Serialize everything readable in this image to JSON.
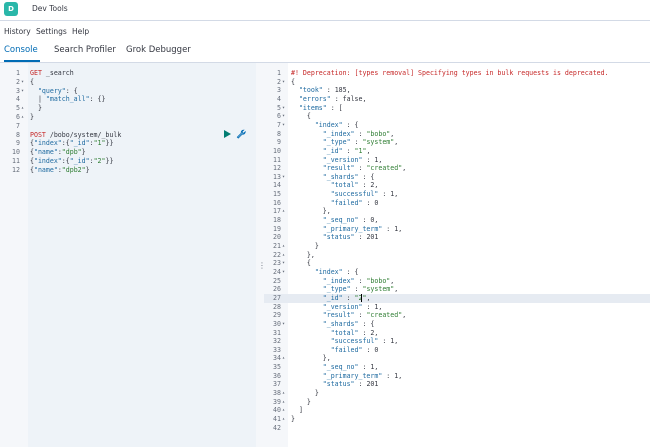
{
  "app": {
    "title": "Dev Tools",
    "logo_letter": "D"
  },
  "menu": [
    "History",
    "Settings",
    "Help"
  ],
  "tabs": [
    {
      "label": "Console",
      "active": true
    },
    {
      "label": "Search Profiler",
      "active": false
    },
    {
      "label": "Grok Debugger",
      "active": false
    }
  ],
  "request": {
    "lines": [
      {
        "n": "1",
        "fold": "",
        "tokens": [
          [
            "m",
            "GET"
          ],
          [
            "p",
            " _search"
          ]
        ]
      },
      {
        "n": "2",
        "fold": "▾",
        "tokens": [
          [
            "p",
            "{"
          ]
        ]
      },
      {
        "n": "3",
        "fold": "▾",
        "tokens": [
          [
            "p",
            "  "
          ],
          [
            "k",
            "\"query\""
          ],
          [
            "p",
            ": {"
          ]
        ]
      },
      {
        "n": "4",
        "fold": "",
        "tokens": [
          [
            "p",
            "  | "
          ],
          [
            "k",
            "\"match_all\""
          ],
          [
            "p",
            ": {}"
          ]
        ]
      },
      {
        "n": "5",
        "fold": "▴",
        "tokens": [
          [
            "p",
            "  }"
          ]
        ]
      },
      {
        "n": "6",
        "fold": "▴",
        "tokens": [
          [
            "p",
            "}"
          ]
        ]
      },
      {
        "n": "7",
        "fold": "",
        "tokens": []
      },
      {
        "n": "8",
        "fold": "",
        "tokens": [
          [
            "m",
            "POST"
          ],
          [
            "p",
            " /bobo/system/_bulk"
          ]
        ]
      },
      {
        "n": "9",
        "fold": "",
        "tokens": [
          [
            "p",
            "{"
          ],
          [
            "k",
            "\"index\""
          ],
          [
            "p",
            ":{"
          ],
          [
            "k",
            "\"_id\""
          ],
          [
            "p",
            ":"
          ],
          [
            "s",
            "\"1\""
          ],
          [
            "p",
            "}}"
          ]
        ]
      },
      {
        "n": "10",
        "fold": "",
        "tokens": [
          [
            "p",
            "{"
          ],
          [
            "k",
            "\"name\""
          ],
          [
            "p",
            ":"
          ],
          [
            "s",
            "\"dpb\""
          ],
          [
            "p",
            "}"
          ]
        ]
      },
      {
        "n": "11",
        "fold": "",
        "tokens": [
          [
            "p",
            "{"
          ],
          [
            "k",
            "\"index\""
          ],
          [
            "p",
            ":{"
          ],
          [
            "k",
            "\"_id\""
          ],
          [
            "p",
            ":"
          ],
          [
            "s",
            "\"2\""
          ],
          [
            "p",
            "}}"
          ]
        ]
      },
      {
        "n": "12",
        "fold": "",
        "tokens": [
          [
            "p",
            "{"
          ],
          [
            "k",
            "\"name\""
          ],
          [
            "p",
            ":"
          ],
          [
            "s",
            "\"dpb2\""
          ],
          [
            "p",
            "}"
          ]
        ]
      }
    ]
  },
  "response": {
    "lines": [
      {
        "n": "1",
        "fold": "",
        "tokens": [
          [
            "c",
            "#! Deprecation: [types removal] Specifying types in bulk requests is deprecated."
          ]
        ]
      },
      {
        "n": "2",
        "fold": "▾",
        "tokens": [
          [
            "p",
            "{"
          ]
        ]
      },
      {
        "n": "3",
        "fold": "",
        "tokens": [
          [
            "p",
            "  "
          ],
          [
            "k",
            "\"took\""
          ],
          [
            "p",
            " : "
          ],
          [
            "n",
            "185"
          ],
          [
            "p",
            ","
          ]
        ]
      },
      {
        "n": "4",
        "fold": "",
        "tokens": [
          [
            "p",
            "  "
          ],
          [
            "k",
            "\"errors\""
          ],
          [
            "p",
            " : "
          ],
          [
            "n",
            "false"
          ],
          [
            "p",
            ","
          ]
        ]
      },
      {
        "n": "5",
        "fold": "▾",
        "tokens": [
          [
            "p",
            "  "
          ],
          [
            "k",
            "\"items\""
          ],
          [
            "p",
            " : ["
          ]
        ]
      },
      {
        "n": "6",
        "fold": "▾",
        "tokens": [
          [
            "p",
            "    {"
          ]
        ]
      },
      {
        "n": "7",
        "fold": "▾",
        "tokens": [
          [
            "p",
            "      "
          ],
          [
            "k",
            "\"index\""
          ],
          [
            "p",
            " : {"
          ]
        ]
      },
      {
        "n": "8",
        "fold": "",
        "tokens": [
          [
            "p",
            "        "
          ],
          [
            "k",
            "\"_index\""
          ],
          [
            "p",
            " : "
          ],
          [
            "s",
            "\"bobo\""
          ],
          [
            "p",
            ","
          ]
        ]
      },
      {
        "n": "9",
        "fold": "",
        "tokens": [
          [
            "p",
            "        "
          ],
          [
            "k",
            "\"_type\""
          ],
          [
            "p",
            " : "
          ],
          [
            "s",
            "\"system\""
          ],
          [
            "p",
            ","
          ]
        ]
      },
      {
        "n": "10",
        "fold": "",
        "tokens": [
          [
            "p",
            "        "
          ],
          [
            "k",
            "\"_id\""
          ],
          [
            "p",
            " : "
          ],
          [
            "s",
            "\"1\""
          ],
          [
            "p",
            ","
          ]
        ]
      },
      {
        "n": "11",
        "fold": "",
        "tokens": [
          [
            "p",
            "        "
          ],
          [
            "k",
            "\"_version\""
          ],
          [
            "p",
            " : "
          ],
          [
            "n",
            "1"
          ],
          [
            "p",
            ","
          ]
        ]
      },
      {
        "n": "12",
        "fold": "",
        "tokens": [
          [
            "p",
            "        "
          ],
          [
            "k",
            "\"result\""
          ],
          [
            "p",
            " : "
          ],
          [
            "s",
            "\"created\""
          ],
          [
            "p",
            ","
          ]
        ]
      },
      {
        "n": "13",
        "fold": "▾",
        "tokens": [
          [
            "p",
            "        "
          ],
          [
            "k",
            "\"_shards\""
          ],
          [
            "p",
            " : {"
          ]
        ]
      },
      {
        "n": "14",
        "fold": "",
        "tokens": [
          [
            "p",
            "          "
          ],
          [
            "k",
            "\"total\""
          ],
          [
            "p",
            " : "
          ],
          [
            "n",
            "2"
          ],
          [
            "p",
            ","
          ]
        ]
      },
      {
        "n": "15",
        "fold": "",
        "tokens": [
          [
            "p",
            "          "
          ],
          [
            "k",
            "\"successful\""
          ],
          [
            "p",
            " : "
          ],
          [
            "n",
            "1"
          ],
          [
            "p",
            ","
          ]
        ]
      },
      {
        "n": "16",
        "fold": "",
        "tokens": [
          [
            "p",
            "          "
          ],
          [
            "k",
            "\"failed\""
          ],
          [
            "p",
            " : "
          ],
          [
            "n",
            "0"
          ]
        ]
      },
      {
        "n": "17",
        "fold": "▴",
        "tokens": [
          [
            "p",
            "        },"
          ]
        ]
      },
      {
        "n": "18",
        "fold": "",
        "tokens": [
          [
            "p",
            "        "
          ],
          [
            "k",
            "\"_seq_no\""
          ],
          [
            "p",
            " : "
          ],
          [
            "n",
            "0"
          ],
          [
            "p",
            ","
          ]
        ]
      },
      {
        "n": "19",
        "fold": "",
        "tokens": [
          [
            "p",
            "        "
          ],
          [
            "k",
            "\"_primary_term\""
          ],
          [
            "p",
            " : "
          ],
          [
            "n",
            "1"
          ],
          [
            "p",
            ","
          ]
        ]
      },
      {
        "n": "20",
        "fold": "",
        "tokens": [
          [
            "p",
            "        "
          ],
          [
            "k",
            "\"status\""
          ],
          [
            "p",
            " : "
          ],
          [
            "n",
            "201"
          ]
        ]
      },
      {
        "n": "21",
        "fold": "▴",
        "tokens": [
          [
            "p",
            "      }"
          ]
        ]
      },
      {
        "n": "22",
        "fold": "▴",
        "tokens": [
          [
            "p",
            "    },"
          ]
        ]
      },
      {
        "n": "23",
        "fold": "▾",
        "tokens": [
          [
            "p",
            "    {"
          ]
        ]
      },
      {
        "n": "24",
        "fold": "▾",
        "tokens": [
          [
            "p",
            "      "
          ],
          [
            "k",
            "\"index\""
          ],
          [
            "p",
            " : {"
          ]
        ]
      },
      {
        "n": "25",
        "fold": "",
        "tokens": [
          [
            "p",
            "        "
          ],
          [
            "k",
            "\"_index\""
          ],
          [
            "p",
            " : "
          ],
          [
            "s",
            "\"bobo\""
          ],
          [
            "p",
            ","
          ]
        ]
      },
      {
        "n": "26",
        "fold": "",
        "tokens": [
          [
            "p",
            "        "
          ],
          [
            "k",
            "\"_type\""
          ],
          [
            "p",
            " : "
          ],
          [
            "s",
            "\"system\""
          ],
          [
            "p",
            ","
          ]
        ]
      },
      {
        "n": "27",
        "fold": "",
        "tokens": [
          [
            "p",
            "        "
          ],
          [
            "k",
            "\"_id\""
          ],
          [
            "p",
            " : "
          ],
          [
            "s",
            "\"2\""
          ],
          [
            "p",
            ","
          ]
        ]
      },
      {
        "n": "28",
        "fold": "",
        "tokens": [
          [
            "p",
            "        "
          ],
          [
            "k",
            "\"_version\""
          ],
          [
            "p",
            " : "
          ],
          [
            "n",
            "1"
          ],
          [
            "p",
            ","
          ]
        ]
      },
      {
        "n": "29",
        "fold": "",
        "tokens": [
          [
            "p",
            "        "
          ],
          [
            "k",
            "\"result\""
          ],
          [
            "p",
            " : "
          ],
          [
            "s",
            "\"created\""
          ],
          [
            "p",
            ","
          ]
        ]
      },
      {
        "n": "30",
        "fold": "▾",
        "tokens": [
          [
            "p",
            "        "
          ],
          [
            "k",
            "\"_shards\""
          ],
          [
            "p",
            " : {"
          ]
        ]
      },
      {
        "n": "31",
        "fold": "",
        "tokens": [
          [
            "p",
            "          "
          ],
          [
            "k",
            "\"total\""
          ],
          [
            "p",
            " : "
          ],
          [
            "n",
            "2"
          ],
          [
            "p",
            ","
          ]
        ]
      },
      {
        "n": "32",
        "fold": "",
        "tokens": [
          [
            "p",
            "          "
          ],
          [
            "k",
            "\"successful\""
          ],
          [
            "p",
            " : "
          ],
          [
            "n",
            "1"
          ],
          [
            "p",
            ","
          ]
        ]
      },
      {
        "n": "33",
        "fold": "",
        "tokens": [
          [
            "p",
            "          "
          ],
          [
            "k",
            "\"failed\""
          ],
          [
            "p",
            " : "
          ],
          [
            "n",
            "0"
          ]
        ]
      },
      {
        "n": "34",
        "fold": "▴",
        "tokens": [
          [
            "p",
            "        },"
          ]
        ]
      },
      {
        "n": "35",
        "fold": "",
        "tokens": [
          [
            "p",
            "        "
          ],
          [
            "k",
            "\"_seq_no\""
          ],
          [
            "p",
            " : "
          ],
          [
            "n",
            "1"
          ],
          [
            "p",
            ","
          ]
        ]
      },
      {
        "n": "36",
        "fold": "",
        "tokens": [
          [
            "p",
            "        "
          ],
          [
            "k",
            "\"_primary_term\""
          ],
          [
            "p",
            " : "
          ],
          [
            "n",
            "1"
          ],
          [
            "p",
            ","
          ]
        ]
      },
      {
        "n": "37",
        "fold": "",
        "tokens": [
          [
            "p",
            "        "
          ],
          [
            "k",
            "\"status\""
          ],
          [
            "p",
            " : "
          ],
          [
            "n",
            "201"
          ]
        ]
      },
      {
        "n": "38",
        "fold": "▴",
        "tokens": [
          [
            "p",
            "      }"
          ]
        ]
      },
      {
        "n": "39",
        "fold": "▴",
        "tokens": [
          [
            "p",
            "    }"
          ]
        ]
      },
      {
        "n": "40",
        "fold": "▴",
        "tokens": [
          [
            "p",
            "  ]"
          ]
        ]
      },
      {
        "n": "41",
        "fold": "▴",
        "tokens": [
          [
            "p",
            "}"
          ]
        ]
      },
      {
        "n": "42",
        "fold": "",
        "tokens": []
      }
    ]
  },
  "colors": {
    "accent": "#006bb4",
    "play": "#017d73",
    "logo": "#2ab7a9"
  },
  "icons": {
    "run": "play-icon",
    "settings": "wrench-icon",
    "resize": "vertical-ellipsis-icon"
  }
}
